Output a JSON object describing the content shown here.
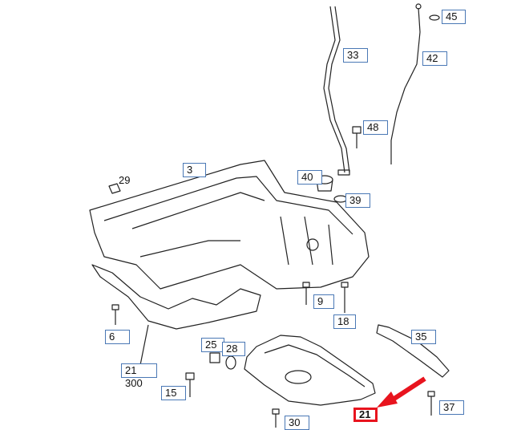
{
  "callouts": {
    "c45": "45",
    "c33": "33",
    "c42": "42",
    "c48": "48",
    "c3": "3",
    "c40": "40",
    "c39": "39",
    "c9": "9",
    "c18": "18",
    "c6": "6",
    "c35": "35",
    "c25": "25",
    "c28": "28",
    "c21300": "21 300",
    "c15": "15",
    "c37": "37",
    "c30": "30",
    "c21": "21"
  },
  "labels": {
    "l29": "29"
  },
  "colors": {
    "callout_border": "#4a78b5",
    "highlight": "#e8141e",
    "line": "#222222"
  }
}
